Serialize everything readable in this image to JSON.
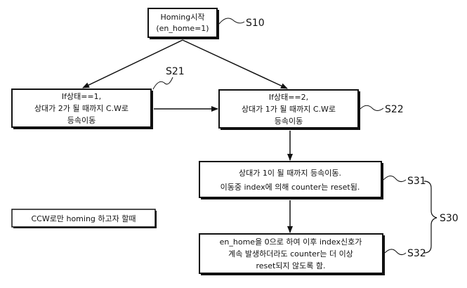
{
  "colors": {
    "ink": "#111111",
    "background": "#ffffff"
  },
  "nodes": {
    "s10": {
      "line1": "Homing시작",
      "line2": "(en_home=1)"
    },
    "s21": {
      "line1": "If상태==1,",
      "line2": "상대가 2가 될 때까지 C.W로",
      "line3": "등속이동"
    },
    "s22": {
      "line1": "If상태==2,",
      "line2": "상대가 1가 될 때까지 C.W로",
      "line3": "등속이동"
    },
    "s31": {
      "line1": "상대가 1이 될 때까지 등속이동.",
      "line2": "이동중 index에 의해 counter는 reset됨."
    },
    "s32": {
      "line1": "en_home을 0으로 하여 이후 index신호가",
      "line2": "계속 발생하더라도 counter는 더 이상",
      "line3": "reset되지 않도록 함."
    },
    "note": {
      "text": "CCW로만 homing 하고자 할때"
    }
  },
  "refs": {
    "s10": "S10",
    "s21": "S21",
    "s22": "S22",
    "s31": "S31",
    "s32": "S32",
    "s30": "S30"
  }
}
